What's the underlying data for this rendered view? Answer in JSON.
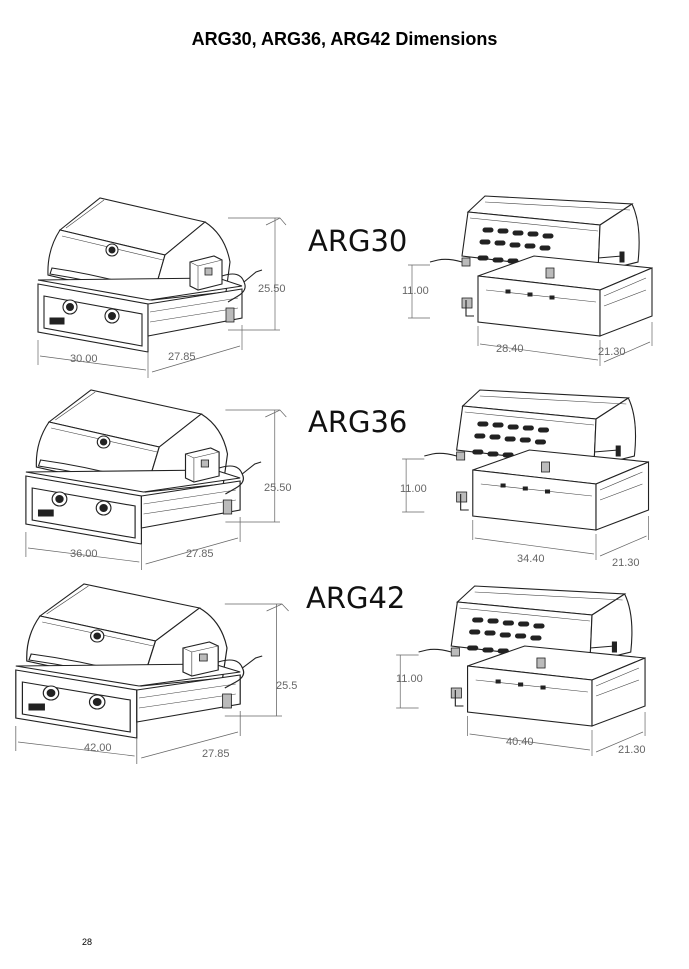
{
  "page": {
    "title": "ARG30, ARG36, ARG42 Dimensions",
    "page_number": "28"
  },
  "models": [
    {
      "name": "ARG30",
      "front_view": {
        "width": "30.00",
        "depth": "27.85",
        "height": "25.50"
      },
      "rear_view": {
        "height": "11.00",
        "width": "28.40",
        "depth": "21.30"
      }
    },
    {
      "name": "ARG36",
      "front_view": {
        "width": "36.00",
        "depth": "27.85",
        "height": "25.50"
      },
      "rear_view": {
        "height": "11.00",
        "width": "34.40",
        "depth": "21.30"
      }
    },
    {
      "name": "ARG42",
      "front_view": {
        "width": "42.00",
        "depth": "27.85",
        "height": "25.5"
      },
      "rear_view": {
        "height": "11.00",
        "width": "40.40",
        "depth": "21.30"
      }
    }
  ]
}
